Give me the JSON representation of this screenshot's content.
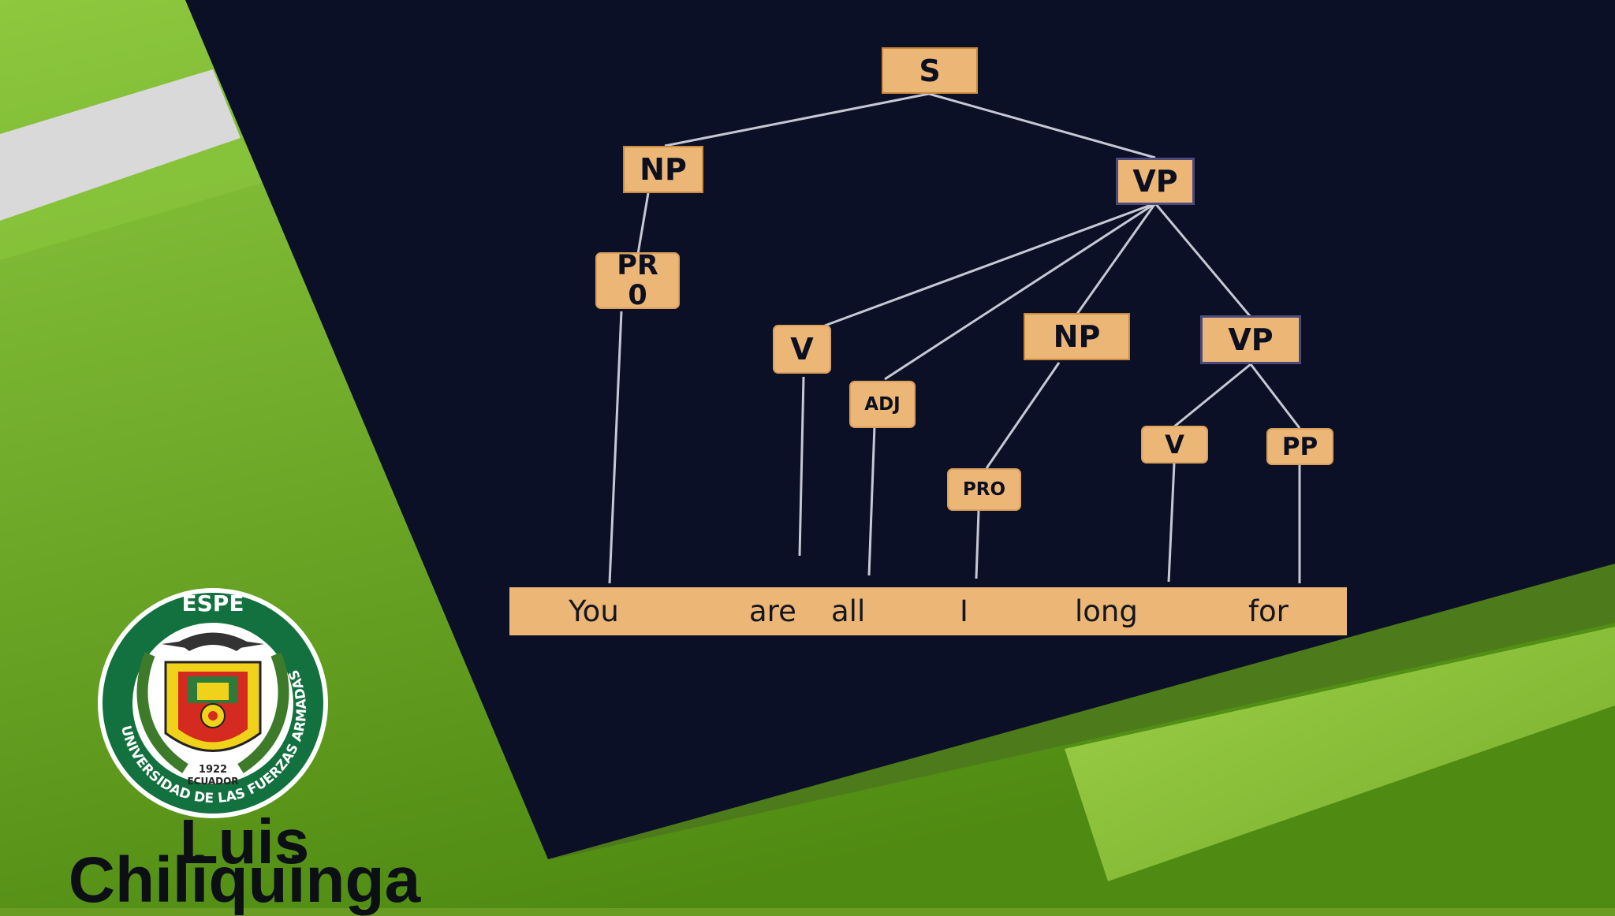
{
  "tree": {
    "nodes": {
      "s": "S",
      "np": "NP",
      "vp": "VP",
      "pro_top": "PR\n0",
      "v_main": "V",
      "adj": "ADJ",
      "np_inner": "NP",
      "vp_inner": "VP",
      "pro_inner": "PRO",
      "v_inner": "V",
      "pp": "PP"
    },
    "words": [
      "You",
      "are",
      "all",
      "I",
      "long",
      "for"
    ]
  },
  "logo": {
    "top_text": "ESPE",
    "ring_text": "UNIVERSIDAD DE LAS FUERZAS ARMADAS",
    "year": "1922",
    "country": "ECUADOR"
  },
  "author": {
    "first_name": "Luis",
    "last_name": "Chiliquinga"
  },
  "colors": {
    "panel": "#0c1027",
    "node_fill": "#ecb676",
    "green_light": "#8cc63f",
    "green_dark": "#5a8a1e"
  }
}
